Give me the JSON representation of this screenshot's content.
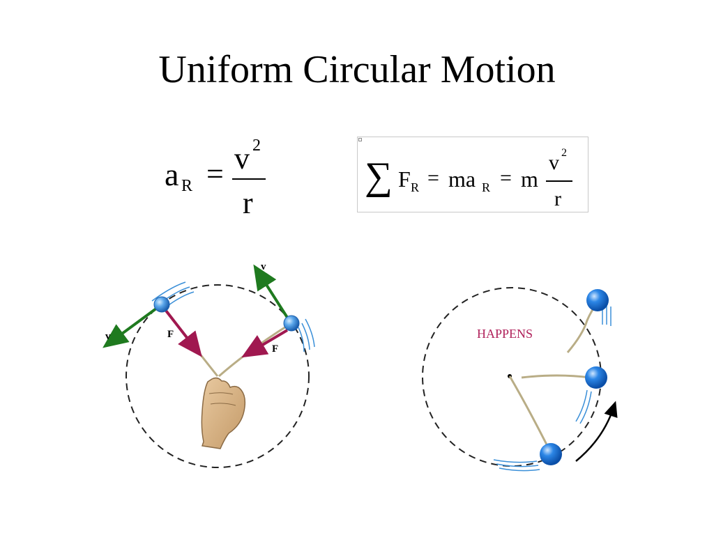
{
  "title": "Uniform Circular Motion",
  "equation1": {
    "lhs": "a",
    "lhs_sub": "R",
    "equals": "=",
    "numerator": "v",
    "numerator_sup": "2",
    "denominator": "r"
  },
  "equation2": {
    "sigma": "∑",
    "force": "F",
    "force_sub": "R",
    "equals1": "=",
    "ma": "ma",
    "ma_sub": "R",
    "equals2": "=",
    "m": "m",
    "numerator": "v",
    "numerator_sup": "2",
    "denominator": "r"
  },
  "figure_left": {
    "velocity_label_left": "v",
    "velocity_label_right": "v",
    "force_label_left": "F",
    "force_label_right": "F",
    "colors": {
      "velocity_arrow": "#1f7a1f",
      "force_arrow": "#a01850",
      "ball": "#4f9be0",
      "motion_lines": "#3a8fd8"
    }
  },
  "figure_right": {
    "label": "HAPPENS",
    "colors": {
      "label": "#b0205a",
      "ball": "#1e73d8"
    }
  }
}
